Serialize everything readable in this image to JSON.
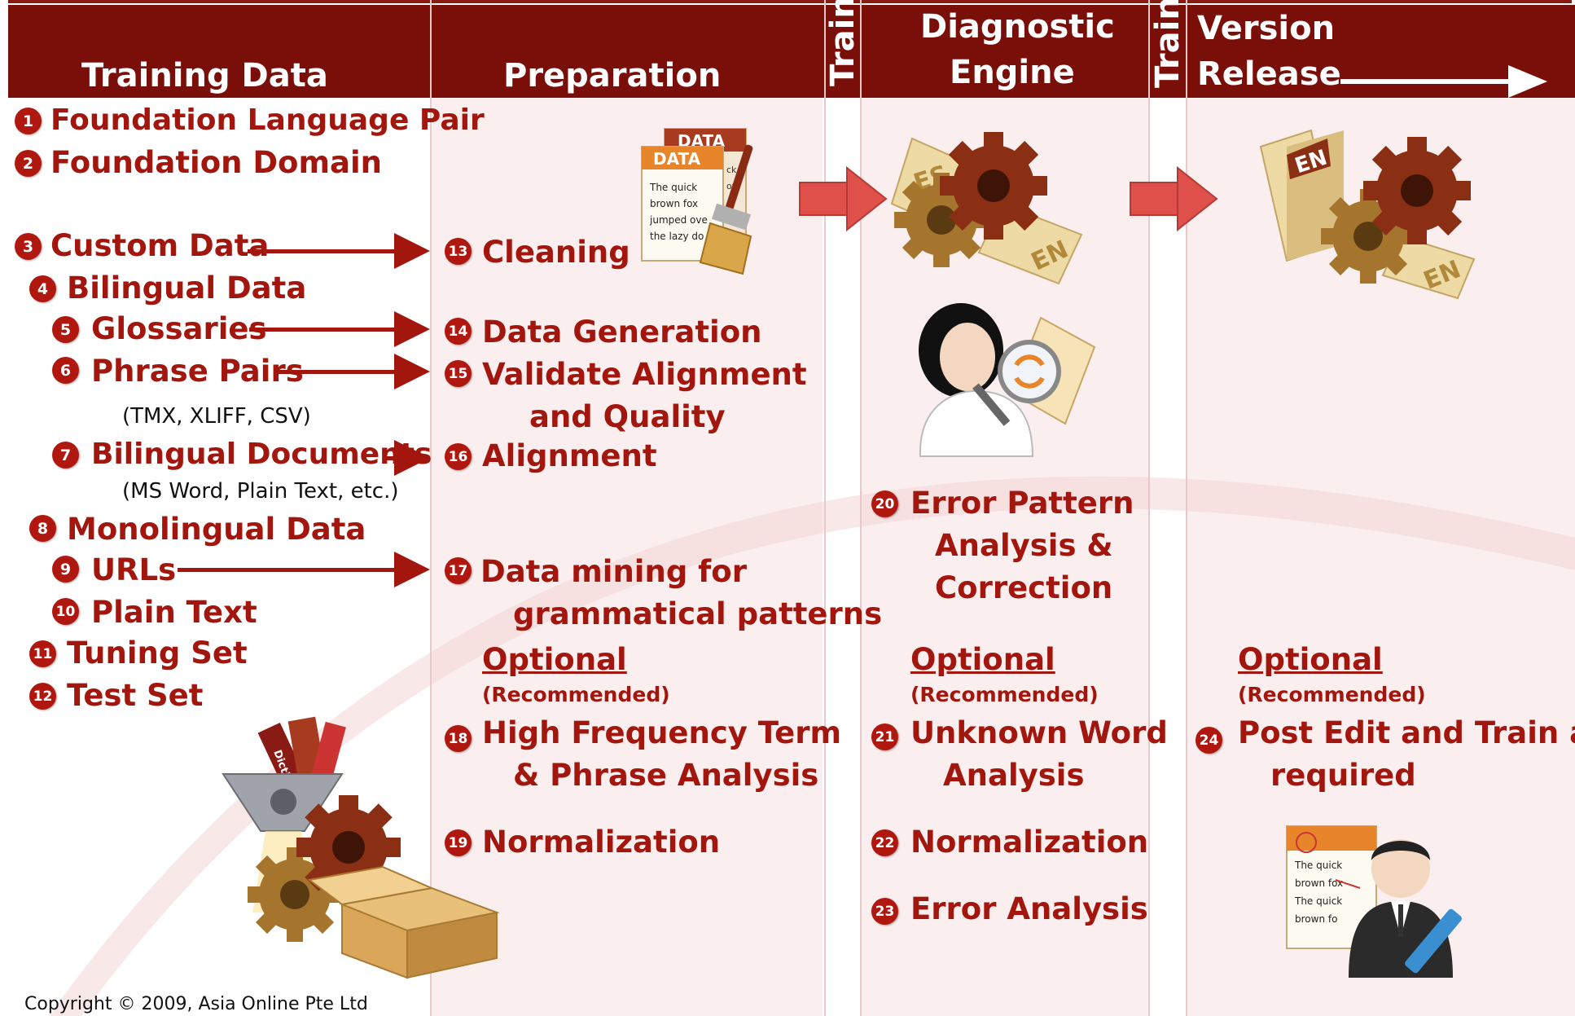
{
  "headers": {
    "training_data": "Training Data",
    "preparation": "Preparation",
    "train_1": "Train",
    "diagnostic_line1": "Diagnostic",
    "diagnostic_line2": "Engine",
    "train_2": "Train",
    "version_line1": "Version",
    "version_line2": "Release"
  },
  "training_data_items": [
    {
      "num": "1",
      "label": "Foundation Language Pair"
    },
    {
      "num": "2",
      "label": "Foundation Domain"
    },
    {
      "num": "3",
      "label": "Custom Data"
    },
    {
      "num": "4",
      "label": "Bilingual Data"
    },
    {
      "num": "5",
      "label": "Glossaries"
    },
    {
      "num": "6",
      "label": "Phrase Pairs"
    },
    {
      "num": "7",
      "label": "Bilingual Documents"
    },
    {
      "num": "8",
      "label": "Monolingual Data"
    },
    {
      "num": "9",
      "label": "URLs"
    },
    {
      "num": "10",
      "label": "Plain Text"
    },
    {
      "num": "11",
      "label": "Tuning Set"
    },
    {
      "num": "12",
      "label": "Test Set"
    }
  ],
  "training_data_notes": {
    "phrase_pairs_formats": "(TMX, XLIFF, CSV)",
    "bilingual_documents_formats": "(MS Word, Plain Text, etc.)"
  },
  "preparation_items": [
    {
      "num": "13",
      "label": "Cleaning"
    },
    {
      "num": "14",
      "label": "Data Generation"
    },
    {
      "num": "15",
      "label": "Validate Alignment",
      "label2": "and Quality"
    },
    {
      "num": "16",
      "label": "Alignment"
    },
    {
      "num": "17",
      "label": "Data mining for",
      "label2": "grammatical patterns"
    },
    {
      "num": "18",
      "label": "High Frequency Term",
      "label2": "& Phrase Analysis"
    },
    {
      "num": "19",
      "label": "Normalization"
    }
  ],
  "diagnostic_items": [
    {
      "num": "20",
      "label": "Error Pattern",
      "label2": "Analysis &",
      "label3": "Correction"
    },
    {
      "num": "21",
      "label": "Unknown Word",
      "label2": "Analysis"
    },
    {
      "num": "22",
      "label": "Normalization"
    },
    {
      "num": "23",
      "label": "Error Analysis"
    }
  ],
  "version_items": [
    {
      "num": "24",
      "label": "Post Edit and Train as",
      "label2": "required"
    }
  ],
  "optional": {
    "label": "Optional",
    "sub": "(Recommended)"
  },
  "icons": {
    "data_doc_tag_back": "DATA",
    "data_doc_tag_front": "DATA",
    "data_doc_lines": [
      "The quick",
      "brown fox",
      "jumped ove",
      "the lazy do"
    ],
    "data_doc_side": [
      "ck",
      "ox",
      "d"
    ],
    "lang_es": "ES",
    "lang_en": "EN",
    "post_edit_lines": [
      "The quick",
      "brown fox",
      "The quick",
      "brown fo"
    ],
    "dictionary": "Dictiona"
  },
  "copyright": "Copyright © 2009, Asia Online Pte Ltd",
  "colors": {
    "header": "#7a0e08",
    "accent": "#a3160e",
    "badge": "#b0170f",
    "column_bg": "#fbeeee"
  }
}
